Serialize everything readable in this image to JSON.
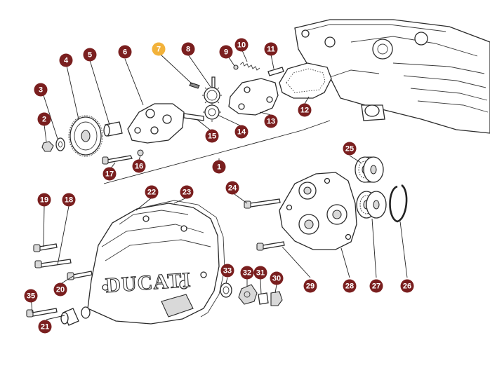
{
  "colors": {
    "callout": "#7a1f1f",
    "callout_highlight": "#f2b23a",
    "callout_text": "#ffffff"
  },
  "cover_lettering": "DUCATI",
  "highlighted_part": "7",
  "callouts": [
    {
      "label": "1"
    },
    {
      "label": "2"
    },
    {
      "label": "3"
    },
    {
      "label": "4"
    },
    {
      "label": "5"
    },
    {
      "label": "6"
    },
    {
      "label": "7"
    },
    {
      "label": "8"
    },
    {
      "label": "9"
    },
    {
      "label": "10"
    },
    {
      "label": "11"
    },
    {
      "label": "12"
    },
    {
      "label": "13"
    },
    {
      "label": "14"
    },
    {
      "label": "15"
    },
    {
      "label": "16"
    },
    {
      "label": "17"
    },
    {
      "label": "18"
    },
    {
      "label": "19"
    },
    {
      "label": "20"
    },
    {
      "label": "21"
    },
    {
      "label": "22"
    },
    {
      "label": "23"
    },
    {
      "label": "24"
    },
    {
      "label": "25"
    },
    {
      "label": "26"
    },
    {
      "label": "27"
    },
    {
      "label": "28"
    },
    {
      "label": "29"
    },
    {
      "label": "30"
    },
    {
      "label": "31"
    },
    {
      "label": "32"
    },
    {
      "label": "33"
    },
    {
      "label": "35"
    }
  ]
}
